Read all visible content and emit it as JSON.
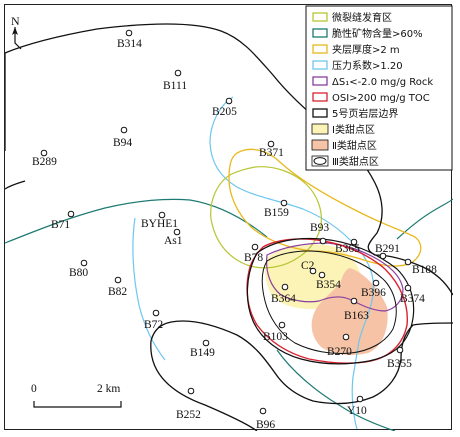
{
  "north": "N",
  "scale": {
    "zero": "0",
    "distance": "2 km"
  },
  "legend": [
    {
      "label": "微裂缝发育区",
      "color": "#b7c634",
      "kind": "line"
    },
    {
      "label": "脆性矿物含量>60%",
      "color": "#1d7a72",
      "kind": "line"
    },
    {
      "label": "夹层厚度>2 m",
      "color": "#e8b81e",
      "kind": "line"
    },
    {
      "label": "压力系数>1.20",
      "color": "#6ec6ee",
      "kind": "line"
    },
    {
      "label": "ΔS₁<-2.0 mg/g Rock",
      "color": "#8a3fa0",
      "kind": "line"
    },
    {
      "label": "OSI>200 mg/g TOC",
      "color": "#d92231",
      "kind": "line"
    },
    {
      "label": "5号页岩层边界",
      "color": "#111111",
      "kind": "line"
    },
    {
      "label": "Ⅰ类甜点区",
      "color": "#fbf4b6",
      "kind": "fill"
    },
    {
      "label": "Ⅱ类甜点区",
      "color": "#f6c3a6",
      "kind": "fill"
    },
    {
      "label": "Ⅲ类甜点区",
      "color": "#ffffff",
      "kind": "ellipse"
    }
  ],
  "wells": [
    "B314",
    "B111",
    "B205",
    "B94",
    "B371",
    "B289",
    "B159",
    "B93",
    "B71",
    "BYHE1",
    "As1",
    "B365",
    "B291",
    "B78",
    "C2",
    "B188",
    "B80",
    "B354",
    "B396",
    "B82",
    "B364",
    "B374",
    "B163",
    "B72",
    "B103",
    "B149",
    "B270",
    "B355",
    "Y10",
    "B252",
    "B96"
  ]
}
